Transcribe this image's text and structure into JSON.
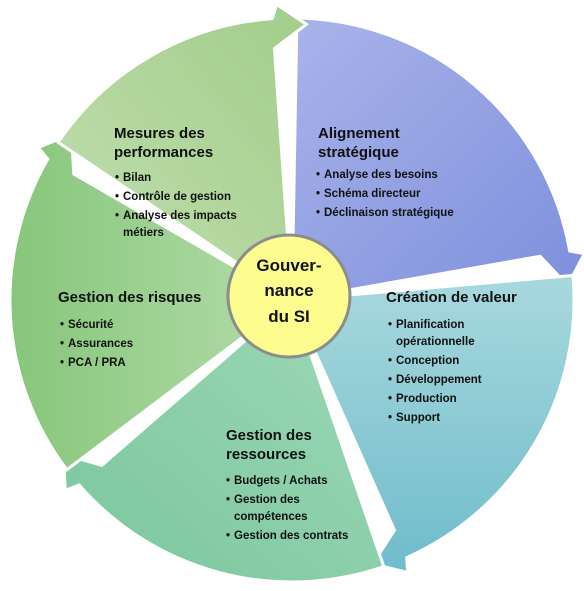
{
  "center": {
    "lines": [
      "Gouver-",
      "nance",
      "du SI"
    ],
    "color": "#fdfd8f"
  },
  "segments": [
    {
      "id": "alignement",
      "title": [
        "Alignement",
        "stratégique"
      ],
      "items": [
        [
          "Analyse des besoins"
        ],
        [
          "Schéma directeur"
        ],
        [
          "Déclinaison stratégique"
        ]
      ],
      "color_from": "#aab3ea",
      "color_to": "#7c8fdc"
    },
    {
      "id": "creation",
      "title": [
        "Création de valeur"
      ],
      "items": [
        [
          "Planification",
          "opérationnelle"
        ],
        [
          "Conception"
        ],
        [
          "Développement"
        ],
        [
          "Production"
        ],
        [
          "Support"
        ]
      ],
      "color_from": "#a8d8de",
      "color_to": "#6fbccb"
    },
    {
      "id": "ressources",
      "title": [
        "Gestion des",
        "ressources"
      ],
      "items": [
        [
          "Budgets / Achats"
        ],
        [
          "Gestion des",
          "compétences"
        ],
        [
          "Gestion des contrats"
        ]
      ],
      "color_from": "#9fd8b8",
      "color_to": "#79c69d"
    },
    {
      "id": "risques",
      "title": [
        "Gestion des risques"
      ],
      "items": [
        [
          "Sécurité"
        ],
        [
          "Assurances"
        ],
        [
          "PCA / PRA"
        ]
      ],
      "color_from": "#b4dcab",
      "color_to": "#86c67a"
    },
    {
      "id": "mesures",
      "title": [
        "Mesures des",
        "performances"
      ],
      "items": [
        [
          "Bilan"
        ],
        [
          "Contrôle de gestion"
        ],
        [
          "Analyse des impacts",
          "métiers"
        ]
      ],
      "color_from": "#c2dfb1",
      "color_to": "#a2cd8a"
    }
  ]
}
